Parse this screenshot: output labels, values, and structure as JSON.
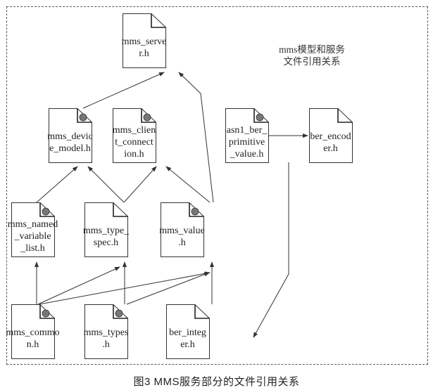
{
  "diagram": {
    "note_lines": [
      "mms模型和服务",
      "文件引用关系"
    ],
    "caption": "图3   MMS服务部分的文件引用关系",
    "nodes": [
      {
        "id": "mms_server",
        "label": "mms_server.h",
        "has_badge": false
      },
      {
        "id": "mms_device_model",
        "label": "mms_device_model.h",
        "has_badge": true
      },
      {
        "id": "mms_client_connection",
        "label": "mms_client_connection.h",
        "has_badge": true
      },
      {
        "id": "asn1_ber_primitive_value",
        "label": "asn1_ber_primitive_value.h",
        "has_badge": true
      },
      {
        "id": "ber_encoder",
        "label": "ber_encoder.h",
        "has_badge": false
      },
      {
        "id": "mms_named_variable_list",
        "label": "mms_named_variable_list.h",
        "has_badge": true
      },
      {
        "id": "mms_type_spec",
        "label": "mms_type_spec.h",
        "has_badge": false
      },
      {
        "id": "mms_value",
        "label": "mms_value.h",
        "has_badge": true
      },
      {
        "id": "mms_common",
        "label": "mms_common.h",
        "has_badge": true
      },
      {
        "id": "mms_types",
        "label": "mms_types.h",
        "has_badge": true
      },
      {
        "id": "ber_integer",
        "label": "ber_integer.h",
        "has_badge": false
      }
    ],
    "edges": [
      {
        "from": "mms_device_model",
        "to": "mms_server"
      },
      {
        "from": "mms_value",
        "to": "mms_server"
      },
      {
        "from": "mms_named_variable_list",
        "to": "mms_device_model"
      },
      {
        "from": "mms_type_spec",
        "to": "mms_device_model"
      },
      {
        "from": "mms_type_spec",
        "to": "mms_client_connection"
      },
      {
        "from": "mms_value",
        "to": "mms_client_connection"
      },
      {
        "from": "asn1_ber_primitive_value",
        "to": "ber_encoder"
      },
      {
        "from": "asn1_ber_primitive_value",
        "to": "ber_integer"
      },
      {
        "from": "mms_common",
        "to": "mms_named_variable_list"
      },
      {
        "from": "mms_common",
        "to": "mms_type_spec"
      },
      {
        "from": "mms_common",
        "to": "mms_value"
      },
      {
        "from": "mms_types",
        "to": "mms_type_spec"
      },
      {
        "from": "mms_types",
        "to": "mms_value"
      },
      {
        "from": "ber_integer",
        "to": "mms_value"
      }
    ]
  }
}
